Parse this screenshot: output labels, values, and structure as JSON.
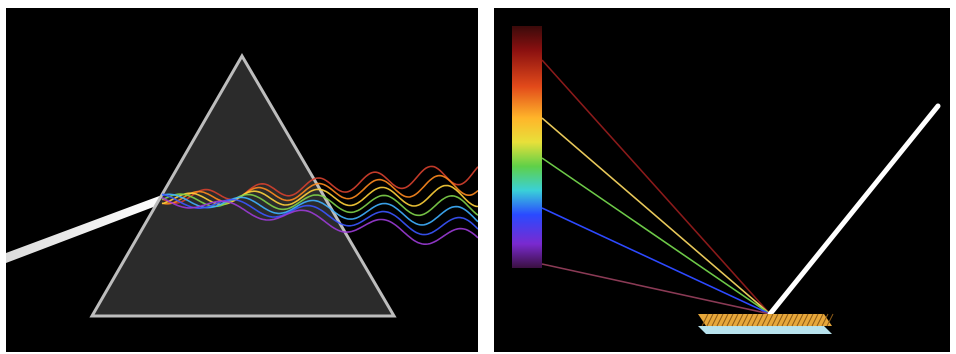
{
  "figure": {
    "panels": [
      {
        "name": "prism-dispersion",
        "kind": "photo-illustration"
      },
      {
        "name": "diffraction-grating",
        "kind": "photo-illustration"
      }
    ],
    "spectrum_colors": [
      "#d6402e",
      "#ff8a1e",
      "#ffd23a",
      "#7fd34a",
      "#3fb0ff",
      "#3a55ff",
      "#9b3bd6"
    ],
    "grating_rays": [
      {
        "color": "#8a1a1a"
      },
      {
        "color": "#e8c85a"
      },
      {
        "color": "#6dc948"
      },
      {
        "color": "#2d49ff"
      },
      {
        "color": "#8a3a55"
      }
    ],
    "beam_color": "#ffffff",
    "prism_color": "#2b2b2b",
    "grating_color": "#e7a73a"
  }
}
